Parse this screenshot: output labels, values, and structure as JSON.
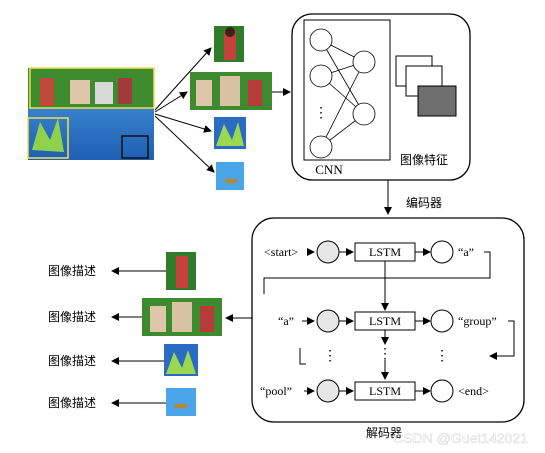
{
  "encoder": {
    "cnn_label": "CNN",
    "feature_label": "图像特征",
    "ellipsis": "⋮",
    "stage_label": "编码器"
  },
  "decoder": {
    "stage_label": "解码器",
    "cell_label": "LSTM",
    "rows": [
      {
        "input": "<start>",
        "output": "“a”"
      },
      {
        "input": "“a”",
        "output": "“group”"
      },
      {
        "input": "“pool”",
        "output": "<end>"
      }
    ],
    "ellipsis": "⋮"
  },
  "outputs": {
    "captions": [
      "图像描述",
      "图像描述",
      "图像描述",
      "图像描述"
    ]
  },
  "watermark": "CSDN @Guet142021",
  "colors": {
    "node_fill": "#e6e6e6",
    "feature_dark": "#6e6e6e",
    "pool_blue": "#2f74c9",
    "grass": "#3f8f2e"
  }
}
